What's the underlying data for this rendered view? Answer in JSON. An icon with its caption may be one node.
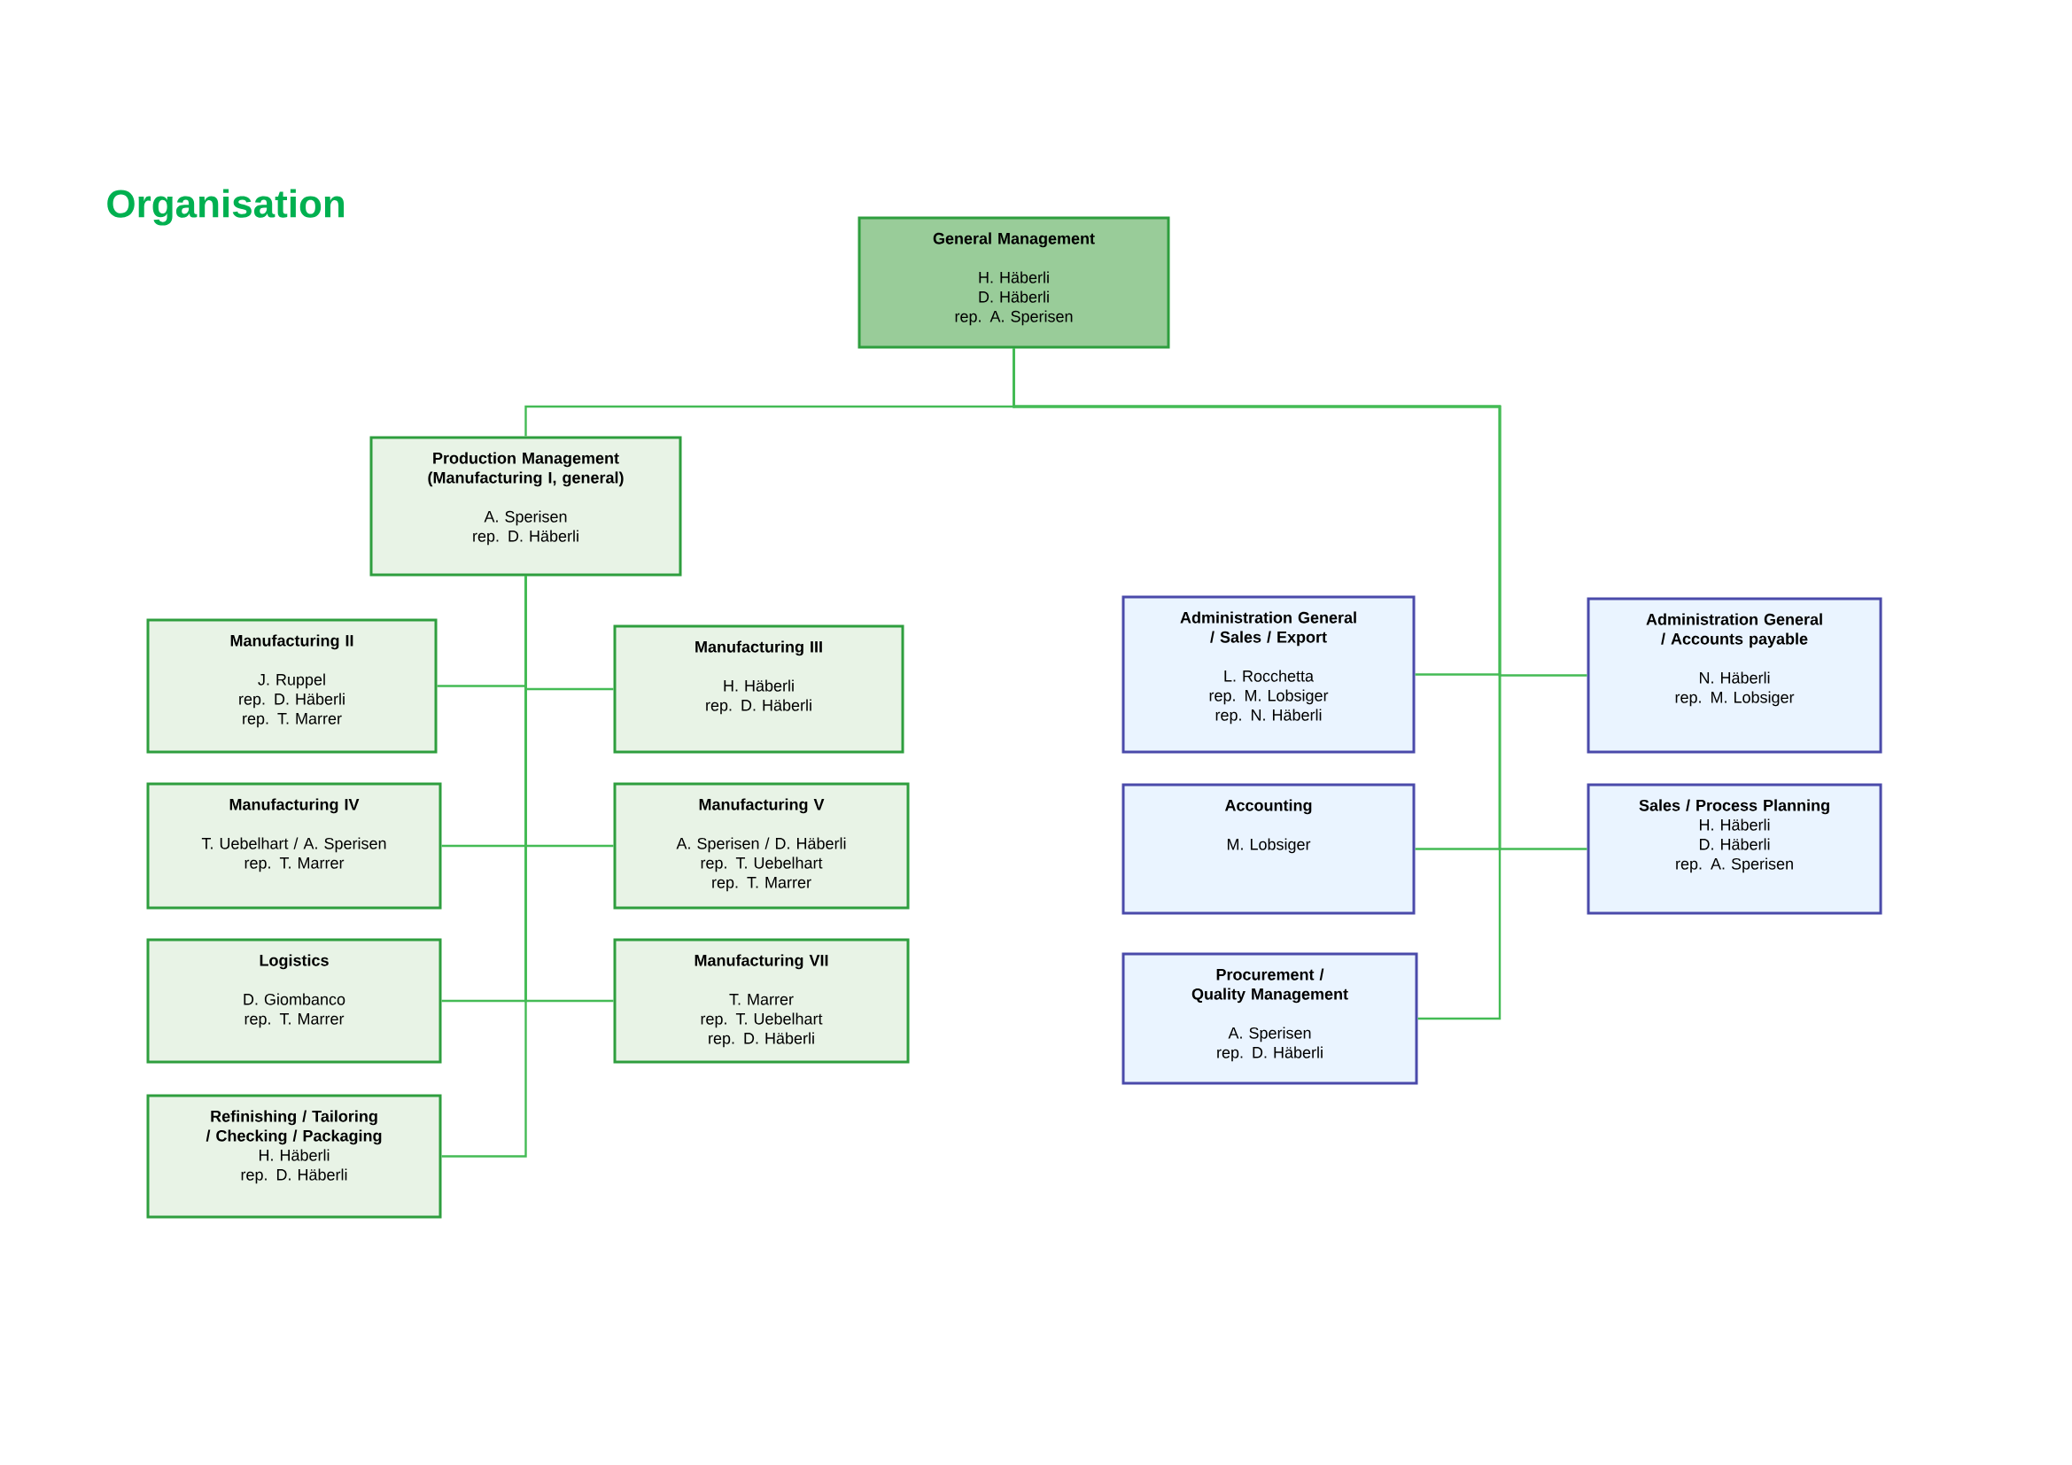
{
  "diagram": {
    "title": "Organisation",
    "nodes": [
      {
        "text": [
          "General Management",
          "H. Häberli",
          "D. Häberli",
          "rep. A. Sperisen"
        ]
      },
      {
        "text": [
          "Production Management (Manufacturing I, general)",
          "A. Sperisen",
          "rep. D. Häberli"
        ]
      },
      {
        "text": [
          "Manufacturing II",
          "J. Ruppel",
          "rep. D. Häberli",
          "rep. T. Marrer"
        ]
      },
      {
        "text": [
          "Manufacturing III",
          "H. Häberli",
          "rep. D. Häberli"
        ]
      },
      {
        "text": [
          "Manufacturing IV",
          "T. Uebelhart / A. Sperisen",
          "rep. T. Marrer"
        ]
      },
      {
        "text": [
          "Manufacturing V",
          "A. Sperisen / D. Häberli",
          "rep. T. Uebelhart",
          "rep. T. Marrer"
        ]
      },
      {
        "text": [
          "Logistics",
          "D. Giombanco",
          "rep. T. Marrer"
        ]
      },
      {
        "text": [
          "Manufacturing VII",
          "T. Marrer",
          "rep. T. Uebelhart",
          "rep. D. Häberli"
        ]
      },
      {
        "text": [
          "Refinishing / Tailoring / Checking / Packaging",
          "H. Häberli",
          "rep. D. Häberli"
        ]
      },
      {
        "text": [
          "Administration General / Sales / Export",
          "L. Rocchetta",
          "rep. M. Lobsiger",
          "rep. N. Häberli"
        ]
      },
      {
        "text": [
          "Administration General / Accounts payable",
          "N. Häberli",
          "rep. M. Lobsiger"
        ]
      },
      {
        "text": [
          "Accounting",
          "M. Lobsiger"
        ]
      },
      {
        "text": [
          "Sales / Process Planning",
          "H. Häberli",
          "D. Häberli",
          "rep. A. Sperisen"
        ]
      },
      {
        "text": [
          "Procurement / Quality Management",
          "A. Sperisen",
          "rep. D. Häberli"
        ]
      }
    ],
    "edges": [
      {
        "from": 0,
        "to": 1,
        "arrow": "none"
      },
      {
        "from": 0,
        "to": 9,
        "arrow": "none"
      },
      {
        "from": 0,
        "to": 10,
        "arrow": "none"
      },
      {
        "from": 0,
        "to": 11,
        "arrow": "none"
      },
      {
        "from": 0,
        "to": 12,
        "arrow": "none"
      },
      {
        "from": 0,
        "to": 13,
        "arrow": "none"
      },
      {
        "from": 1,
        "to": 2,
        "arrow": "none"
      },
      {
        "from": 1,
        "to": 3,
        "arrow": "none"
      },
      {
        "from": 1,
        "to": 4,
        "arrow": "none"
      },
      {
        "from": 1,
        "to": 5,
        "arrow": "none"
      },
      {
        "from": 1,
        "to": 6,
        "arrow": "none"
      },
      {
        "from": 1,
        "to": 7,
        "arrow": "none"
      },
      {
        "from": 1,
        "to": 8,
        "arrow": "none"
      }
    ]
  }
}
